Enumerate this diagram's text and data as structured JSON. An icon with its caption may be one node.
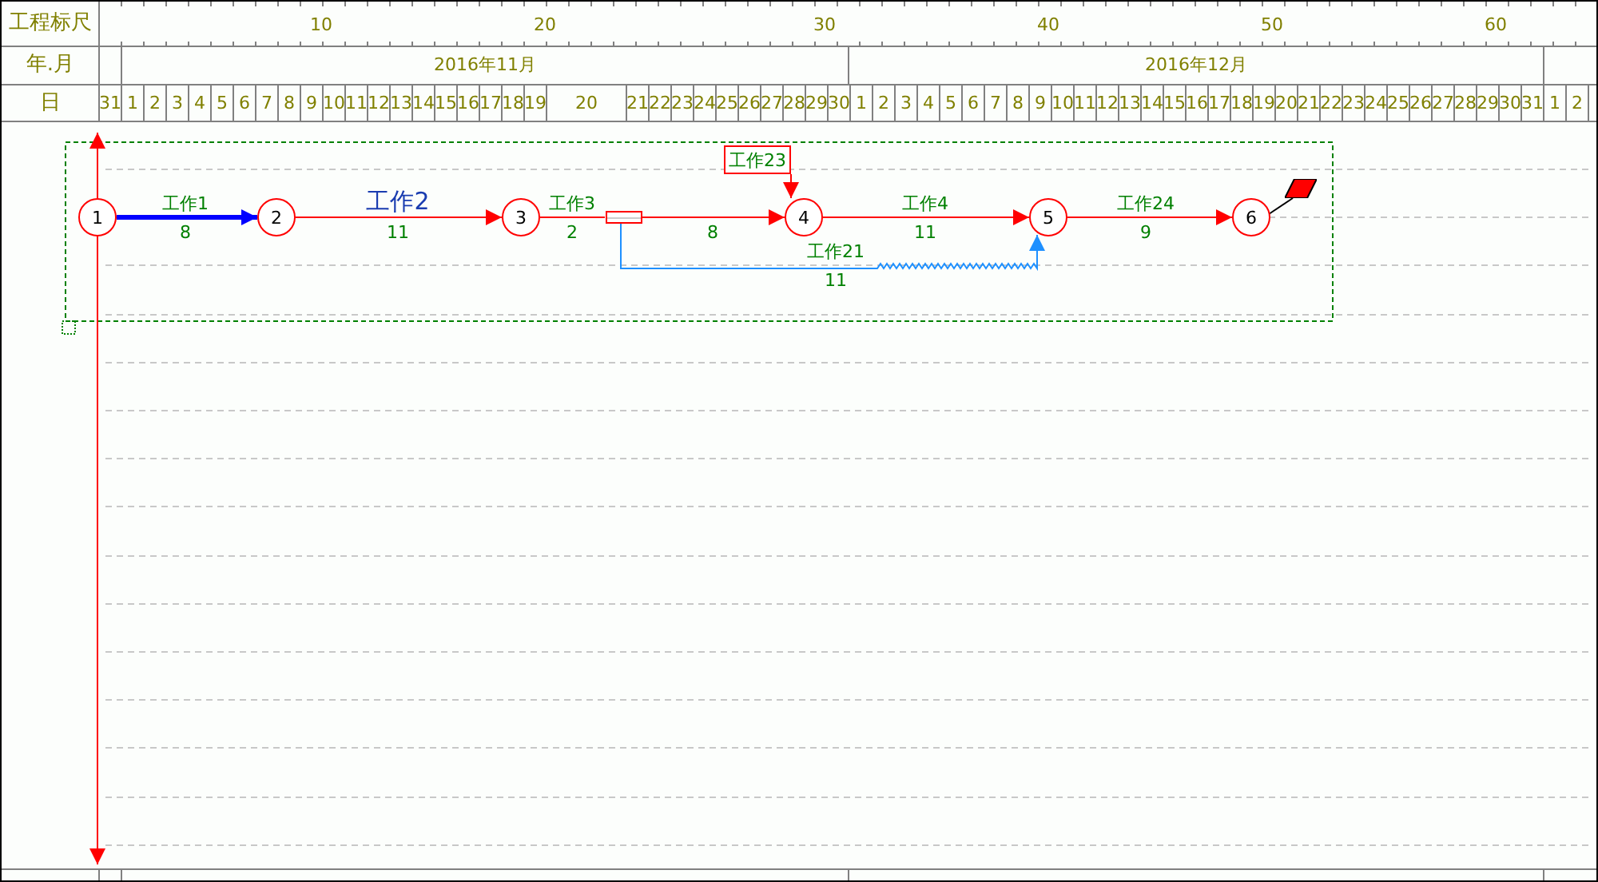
{
  "diagram": {
    "nodes": [
      {
        "text": [
          "1"
        ]
      },
      {
        "text": [
          "2"
        ]
      },
      {
        "text": [
          "3"
        ]
      },
      {
        "text": [],
        "shape": "box"
      },
      {
        "text": [
          "工作23"
        ]
      },
      {
        "text": [
          "4"
        ]
      },
      {
        "text": [
          "5"
        ]
      },
      {
        "text": [
          "6"
        ]
      },
      {
        "text": [],
        "shape": "flag"
      }
    ],
    "edges": [
      {
        "from": 0,
        "to": 1,
        "arrow": "to",
        "label": "工作1",
        "style": "thick",
        "color": "#0000ff"
      },
      {
        "from": 1,
        "to": 2,
        "arrow": "to",
        "label": "工作2"
      },
      {
        "from": 2,
        "to": 3,
        "arrow": "none",
        "label": "工作3"
      },
      {
        "from": 3,
        "to": 5,
        "arrow": "to"
      },
      {
        "from": 3,
        "to": 6,
        "arrow": "to",
        "label": "工作21",
        "color": "#1e90ff"
      },
      {
        "from": 4,
        "to": 5,
        "arrow": "to"
      },
      {
        "from": 5,
        "to": 6,
        "arrow": "to",
        "label": "工作4"
      },
      {
        "from": 6,
        "to": 7,
        "arrow": "to",
        "label": "工作24"
      },
      {
        "from": 7,
        "to": 8,
        "arrow": "none",
        "color": "#000000"
      }
    ],
    "labels": [
      "工程标尺",
      "10",
      "20",
      "30",
      "40",
      "50",
      "60",
      "年.月",
      "2016年11月",
      "2016年12月",
      "日",
      "31",
      "1",
      "2",
      "3",
      "4",
      "5",
      "6",
      "7",
      "8",
      "9",
      "10",
      "11",
      "12",
      "13",
      "14",
      "15",
      "16",
      "17",
      "18",
      "19",
      "20",
      "21",
      "22",
      "23",
      "24",
      "25",
      "26",
      "27",
      "28",
      "29",
      "30",
      "1",
      "2",
      "3",
      "4",
      "5",
      "6",
      "7",
      "8",
      "9",
      "10",
      "11",
      "12",
      "13",
      "14",
      "15",
      "16",
      "17",
      "18",
      "19",
      "20",
      "21",
      "22",
      "23",
      "24",
      "25",
      "26",
      "27",
      "28",
      "29",
      "30",
      "31",
      "1",
      "2",
      "8",
      "11",
      "2",
      "8",
      "11",
      "9",
      "11"
    ]
  }
}
